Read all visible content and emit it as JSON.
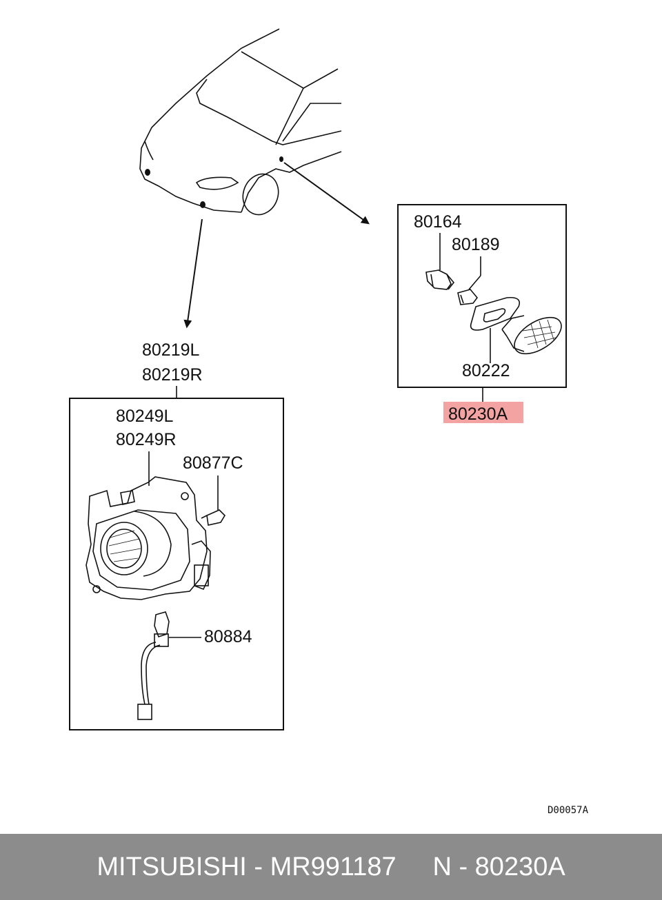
{
  "diagram": {
    "labels": {
      "p80164": "80164",
      "p80189": "80189",
      "p80222": "80222",
      "p80230a": "80230A",
      "p80219l": "80219L",
      "p80219r": "80219R",
      "p80249l": "80249L",
      "p80249r": "80249R",
      "p80877c": "80877C",
      "p80884": "80884"
    },
    "drawing_code": "D00057A",
    "highlight_color": "#f4a3a3"
  },
  "footer": {
    "brand": "MITSUBISHI",
    "sep1": " - ",
    "part_number": "MR991187",
    "gap": "     ",
    "ref_prefix": "N - ",
    "ref_number": "80230A"
  }
}
